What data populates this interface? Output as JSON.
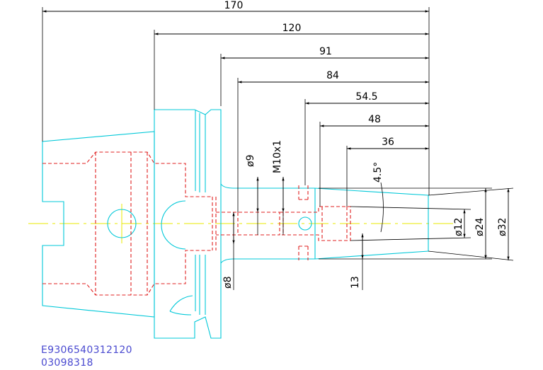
{
  "dimensions": {
    "d170": "170",
    "d120": "120",
    "d91": "91",
    "d84": "84",
    "d54_5": "54.5",
    "d48": "48",
    "d36": "36",
    "angle": "4.5°",
    "dia9": "ø9",
    "thread": "M10x1",
    "dia8": "ø8",
    "d13": "13",
    "dia12": "ø12",
    "dia24": "ø24",
    "dia32": "ø32"
  },
  "part_codes": {
    "line1": "E9306540312120",
    "line2": "03098318"
  },
  "colors": {
    "outline": "#00c8d8",
    "hidden": "#e02020",
    "centerline": "#e8e800",
    "dimension": "#000000",
    "code_text": "#4a4ad0"
  }
}
